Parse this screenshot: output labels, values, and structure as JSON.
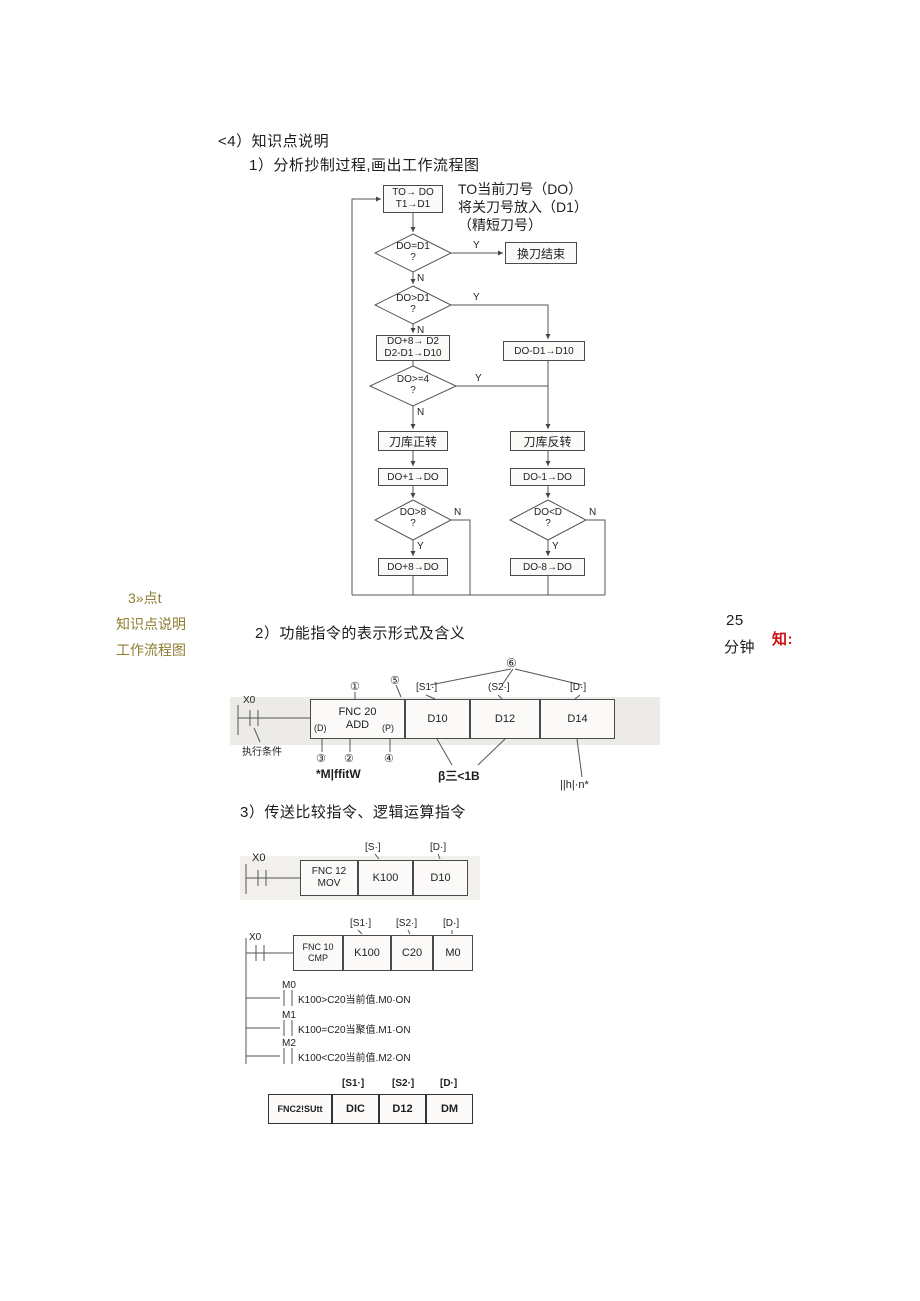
{
  "doc": {
    "heading": "<4）知识点说明",
    "item1": "1）分析抄制过程,画出工作流程图",
    "item2": "2）功能指令的表示形式及含义",
    "item3": "3）传送比较指令、逻辑运算指令",
    "margin_notes": [
      "3»点t",
      "知识点说明",
      "工作流程图"
    ],
    "duration_value": "25",
    "duration_unit": "分钟",
    "red_note": "知:",
    "colors": {
      "margin_note": "#8e7d33",
      "red_note": "#cc1111",
      "ink": "#1e1e1e"
    }
  },
  "flowchart": {
    "start_line1": "TO→ DO",
    "start_line2": "T1→D1",
    "side_note_line1": "TO当前刀号（DO）",
    "side_note_line2": "将关刀号放入（D1）",
    "side_note_line3": "（精短刀号）",
    "q": "?",
    "yes": "Y",
    "no": "N",
    "dec_equal": "DO=D1",
    "end_box": "换刀结束",
    "dec_greater": "DO>D1",
    "calc_left_line1": "DO+8→ D2",
    "calc_left_line2": "D2-D1→D10",
    "calc_right": "DO-D1→D10",
    "dec_ge4": "DO>=4",
    "rotate_cw": "刀库正转",
    "rotate_ccw": "刀库反转",
    "inc_box": "DO+1→DO",
    "dec_box": "DO-1→DO",
    "dec_gt8": "DO>8",
    "dec_lt": "DO<D",
    "wrap_left": "DO+8→DO",
    "wrap_right": "DO-8→DO"
  },
  "add_diagram": {
    "n1": "①",
    "n2": "②",
    "n3": "③",
    "n4": "④",
    "n5": "⑤",
    "n6": "⑥",
    "s1": "[S1·]",
    "s2": "(S2·]",
    "d": "[D·]",
    "x0": "X0",
    "exec_label": "执行条件",
    "box_line1": "FNC 20",
    "box_line2": "ADD",
    "marker_d": "(D)",
    "marker_p": "(P)",
    "op1": "D10",
    "op2": "D12",
    "op3": "D14",
    "caption1": "*M|ffitW",
    "caption2": "β三<1B",
    "caption3": "||h|·n*"
  },
  "mov_diagram": {
    "x0": "X0",
    "s": "[S·]",
    "d": "[D·]",
    "box_line1": "FNC 12",
    "box_line2": "MOV",
    "op1": "K100",
    "op2": "D10"
  },
  "cmp_diagram": {
    "x0": "X0",
    "s1": "[S1·]",
    "s2": "[S2·]",
    "d": "[D·]",
    "box_line1": "FNC 10",
    "box_line2": "CMP",
    "op1": "K100",
    "op2": "C20",
    "op3": "M0",
    "branches": [
      {
        "label": "M0",
        "text": "K100>C20当前值.M0·ON"
      },
      {
        "label": "M1",
        "text": "K100=C20当聚值.M1·ON"
      },
      {
        "label": "M2",
        "text": "K100<C20当前值.M2·ON"
      }
    ]
  },
  "sub_table": {
    "h1": "[S1·]",
    "h2": "[S2·]",
    "h3": "[D·]",
    "c1": "FNC2!SUtt",
    "c2": "DIC",
    "c3": "D12",
    "c4": "DM"
  }
}
